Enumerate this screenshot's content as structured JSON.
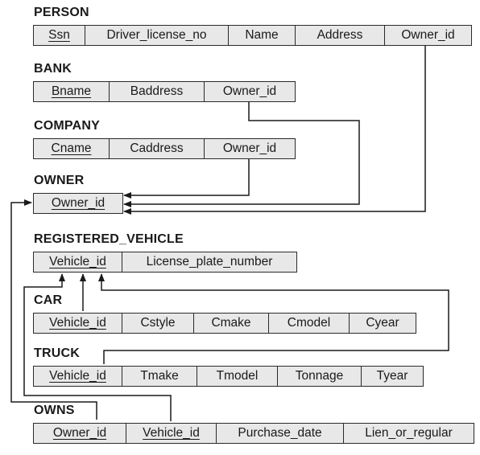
{
  "relations": [
    {
      "id": "person",
      "title": "PERSON",
      "attributes": [
        {
          "name": "Ssn",
          "pk": true
        },
        {
          "name": "Driver_license_no"
        },
        {
          "name": "Name"
        },
        {
          "name": "Address"
        },
        {
          "name": "Owner_id"
        }
      ]
    },
    {
      "id": "bank",
      "title": "BANK",
      "attributes": [
        {
          "name": "Bname",
          "pk": true
        },
        {
          "name": "Baddress"
        },
        {
          "name": "Owner_id"
        }
      ]
    },
    {
      "id": "company",
      "title": "COMPANY",
      "attributes": [
        {
          "name": "Cname",
          "pk": true
        },
        {
          "name": "Caddress"
        },
        {
          "name": "Owner_id"
        }
      ]
    },
    {
      "id": "owner",
      "title": "OWNER",
      "attributes": [
        {
          "name": "Owner_id",
          "pk": true
        }
      ]
    },
    {
      "id": "registered-vehicle",
      "title": "REGISTERED_VEHICLE",
      "attributes": [
        {
          "name": "Vehicle_id",
          "pk": true
        },
        {
          "name": "License_plate_number"
        }
      ]
    },
    {
      "id": "car",
      "title": "CAR",
      "attributes": [
        {
          "name": "Vehicle_id",
          "pk": true
        },
        {
          "name": "Cstyle"
        },
        {
          "name": "Cmake"
        },
        {
          "name": "Cmodel"
        },
        {
          "name": "Cyear"
        }
      ]
    },
    {
      "id": "truck",
      "title": "TRUCK",
      "attributes": [
        {
          "name": "Vehicle_id",
          "pk": true
        },
        {
          "name": "Tmake"
        },
        {
          "name": "Tmodel"
        },
        {
          "name": "Tonnage"
        },
        {
          "name": "Tyear"
        }
      ]
    },
    {
      "id": "owns",
      "title": "OWNS",
      "attributes": [
        {
          "name": "Owner_id",
          "pk": true
        },
        {
          "name": "Vehicle_id",
          "pk": true
        },
        {
          "name": "Purchase_date"
        },
        {
          "name": "Lien_or_regular"
        }
      ]
    }
  ],
  "foreign_keys": [
    {
      "from": "person.Owner_id",
      "to": "owner.Owner_id"
    },
    {
      "from": "bank.Owner_id",
      "to": "owner.Owner_id"
    },
    {
      "from": "company.Owner_id",
      "to": "owner.Owner_id"
    },
    {
      "from": "car.Vehicle_id",
      "to": "registered-vehicle.Vehicle_id"
    },
    {
      "from": "truck.Vehicle_id",
      "to": "registered-vehicle.Vehicle_id"
    },
    {
      "from": "owns.Owner_id",
      "to": "owner.Owner_id"
    },
    {
      "from": "owns.Vehicle_id",
      "to": "registered-vehicle.Vehicle_id"
    }
  ],
  "colors": {
    "cell_fill": "#e8e8e8",
    "line": "#1a1a1a"
  }
}
